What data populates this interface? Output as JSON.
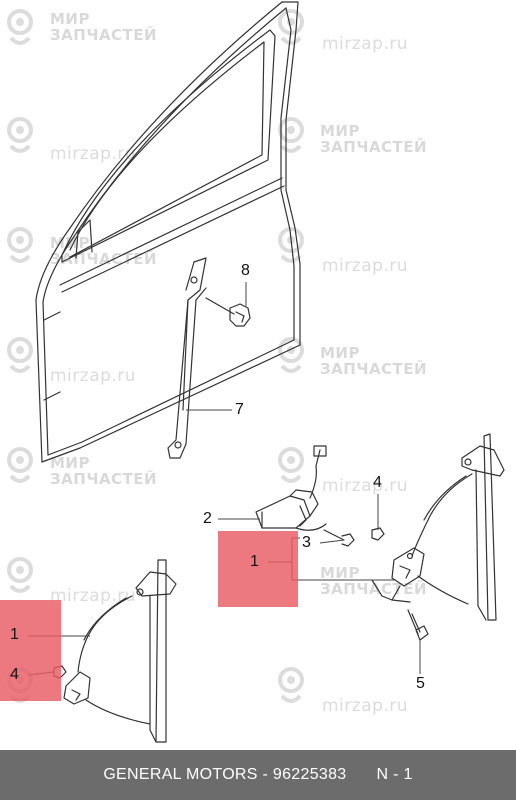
{
  "watermark": {
    "brand_line1": "МИР",
    "brand_line2": "ЗАПЧАСТЕЙ",
    "site": "mirzap.ru"
  },
  "callouts": {
    "c1_main": "1",
    "c1_left": "1",
    "c2": "2",
    "c3": "3",
    "c4_main": "4",
    "c4_left": "4",
    "c5": "5",
    "c7": "7",
    "c8": "8"
  },
  "highlight_color": "#e85a64",
  "footer": {
    "brand": "GENERAL MOTORS",
    "separator": "-",
    "part_number": "96225383",
    "position": "N - 1"
  }
}
